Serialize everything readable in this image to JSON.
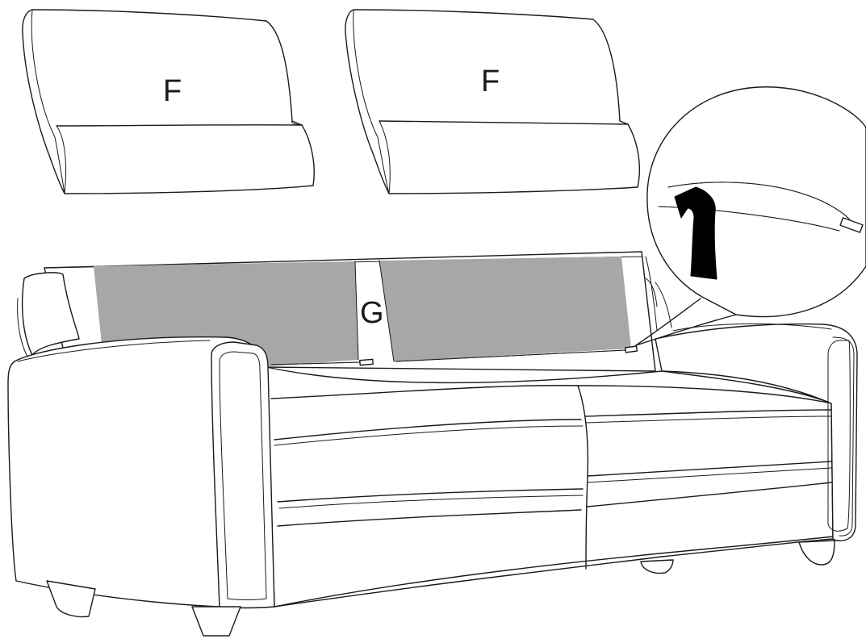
{
  "labels": {
    "back_cushion_left": "F",
    "back_cushion_right": "F",
    "back_frame": "G"
  },
  "colors": {
    "line": "#1a1a1a",
    "panel_fill": "#a7a6a9",
    "arrow_fill": "#000000",
    "background": "#ffffff"
  },
  "icons": {
    "zipper": "zipper-icon",
    "direction_arrow": "curved-arrow-icon",
    "detail_callout": "magnifier-callout"
  }
}
